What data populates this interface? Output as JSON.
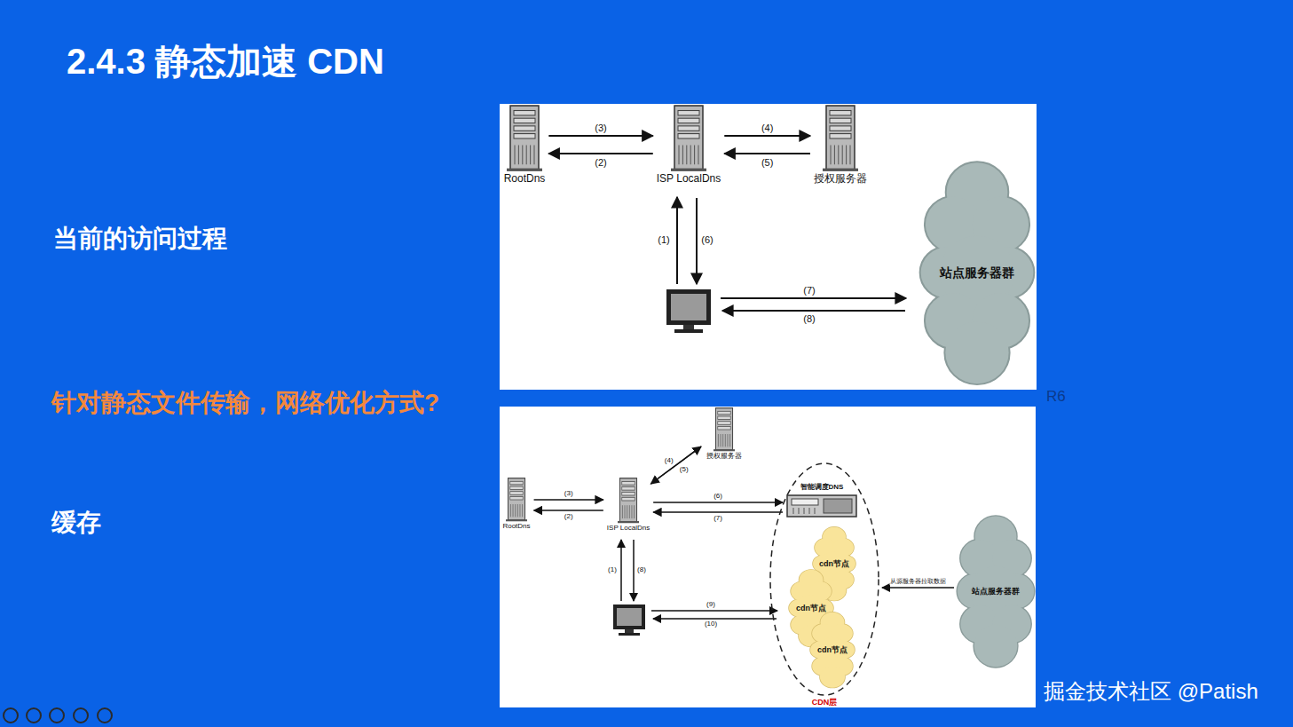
{
  "diagram": {
    "title": "2.4.3 静态加速 CDN",
    "nodes": [
      {
        "text": [
          "RootDns"
        ]
      },
      {
        "text": [
          "ISP LocalDns"
        ]
      },
      {
        "text": [
          "授权服务器"
        ]
      },
      {
        "text": [
          "站点服务器群"
        ]
      },
      {
        "text": [
          "授权服务器"
        ]
      },
      {
        "text": [
          "RootDns"
        ]
      },
      {
        "text": [
          "ISP LocalDns"
        ]
      },
      {
        "text": [
          "CDN层"
        ]
      },
      {
        "text": [
          "智能调度DNS"
        ],
        "in": 7
      },
      {
        "text": [
          "cdn节点"
        ],
        "in": 7
      },
      {
        "text": [
          "cdn节点"
        ],
        "in": 7
      },
      {
        "text": [
          "cdn节点"
        ],
        "in": 7
      },
      {
        "text": [
          "站点服务器群"
        ]
      }
    ],
    "edges": [
      {
        "from": 0,
        "to": 1,
        "label": "(3)",
        "arrow": "to"
      },
      {
        "from": 1,
        "to": 0,
        "label": "(2)",
        "arrow": "to"
      },
      {
        "from": 1,
        "to": 2,
        "label": "(4)",
        "arrow": "to"
      },
      {
        "from": 2,
        "to": 1,
        "label": "(5)",
        "arrow": "to"
      },
      {
        "from": 5,
        "to": 6,
        "label": "(3)",
        "arrow": "to"
      },
      {
        "from": 6,
        "to": 5,
        "label": "(2)",
        "arrow": "to"
      },
      {
        "from": 6,
        "to": 4,
        "label": "(4)",
        "arrow": "to"
      },
      {
        "from": 4,
        "to": 6,
        "label": "(5)",
        "arrow": "to"
      },
      {
        "from": 6,
        "to": 8,
        "label": "(6)",
        "arrow": "to"
      },
      {
        "from": 8,
        "to": 6,
        "label": "(7)",
        "arrow": "to"
      },
      {
        "from": 12,
        "to": 7,
        "label": "从源服务器拉取数据",
        "arrow": "to"
      }
    ],
    "labels": [
      "当前的访问过程",
      "针对静态文件传输，网络优化方式?",
      "缓存",
      "(1)",
      "(6)",
      "(7)",
      "(8)",
      "(1)",
      "(8)",
      "(9)",
      "(10)",
      "R6",
      "掘金技术社区 @Patish"
    ]
  }
}
